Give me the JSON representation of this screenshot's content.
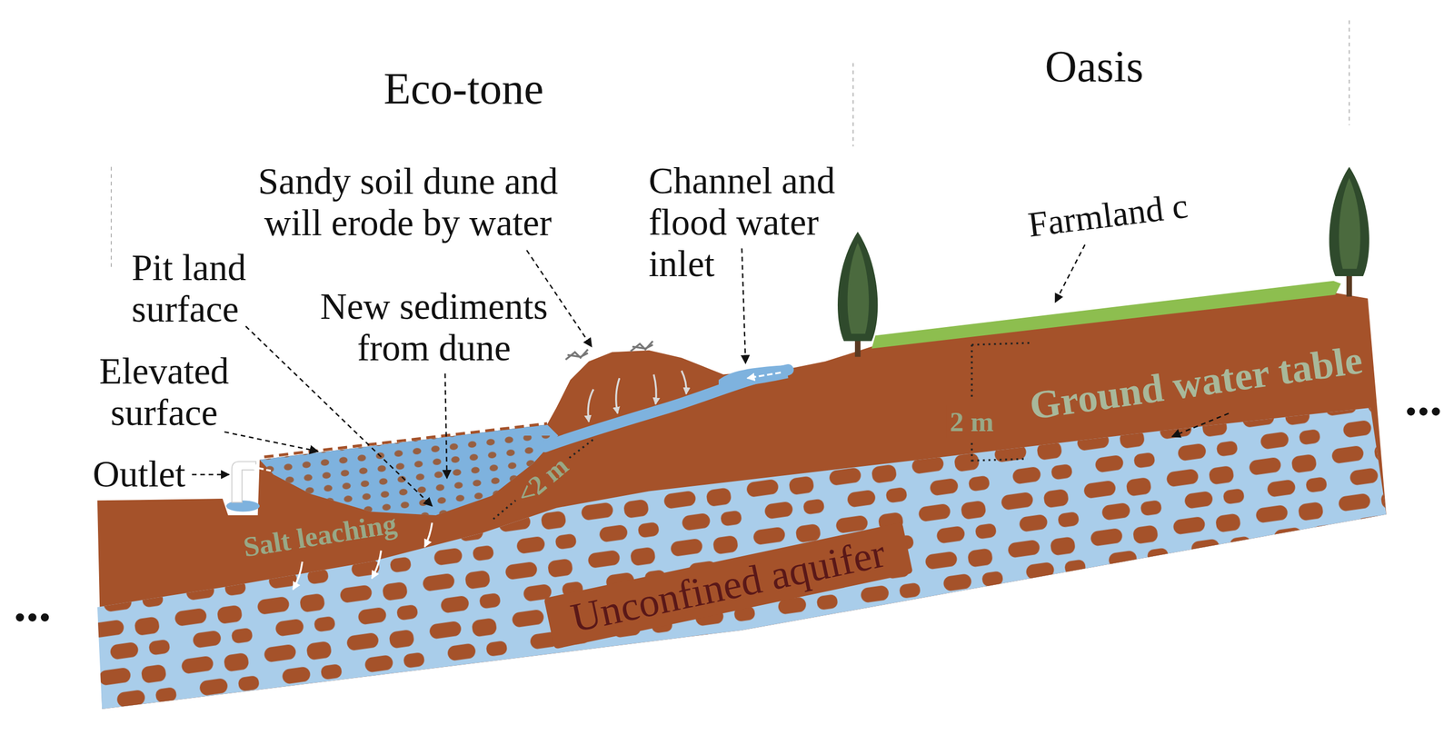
{
  "diagram": {
    "labels": [
      "Eco-tone",
      "Oasis",
      "Sandy soil dune and will erode by water",
      "Channel and flood water inlet",
      "Farmland c",
      "Pit land surface",
      "New sediments from dune",
      "Elevated surface",
      "Outlet",
      "Salt leaching",
      "<2 m",
      "2 m",
      "Ground water table",
      "Unconfined aquifer",
      "...",
      "..."
    ]
  }
}
